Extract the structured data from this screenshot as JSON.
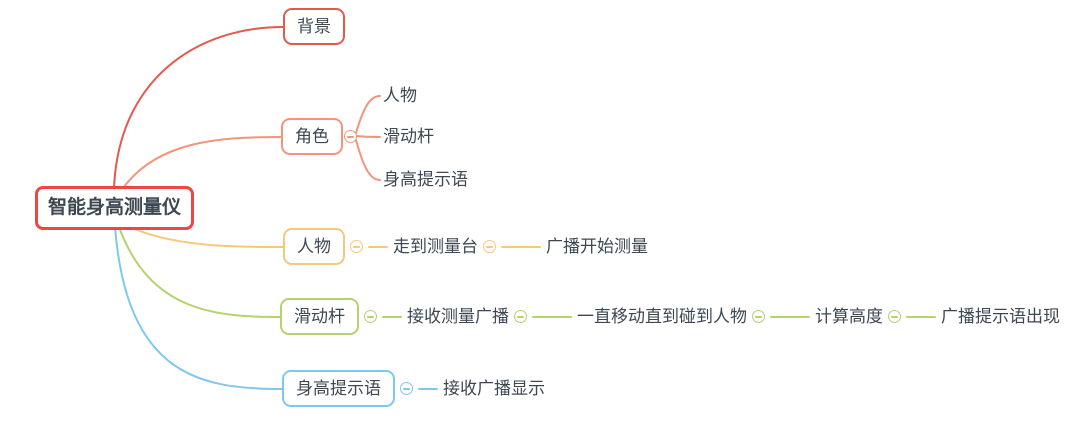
{
  "text_color": "#3D4853",
  "icons": {
    "collapse_button": "minus-circle"
  },
  "root": {
    "label": "智能身高测量仪",
    "border_color": "#EE4643"
  },
  "branches": {
    "background": {
      "label": "背景",
      "color": "#E05B4E"
    },
    "roles": {
      "label": "角色",
      "color": "#F2957C",
      "children": [
        {
          "label": "人物"
        },
        {
          "label": "滑动杆"
        },
        {
          "label": "身高提示语"
        }
      ]
    },
    "person": {
      "label": "人物",
      "color": "#F7C877",
      "chain": [
        {
          "label": "走到测量台"
        },
        {
          "label": "广播开始测量"
        }
      ]
    },
    "slider": {
      "label": "滑动杆",
      "color": "#B5D26E",
      "chain": [
        {
          "label": "接收测量广播"
        },
        {
          "label": "一直移动直到碰到人物"
        },
        {
          "label": "计算高度"
        },
        {
          "label": "广播提示语出现"
        }
      ]
    },
    "height_tip": {
      "label": "身高提示语",
      "color": "#7EC8ED",
      "chain": [
        {
          "label": "接收广播显示"
        }
      ]
    }
  }
}
